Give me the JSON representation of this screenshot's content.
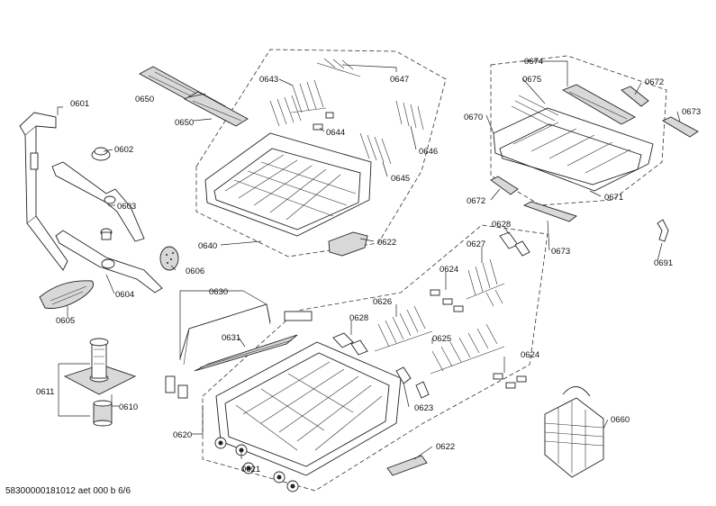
{
  "labels": {
    "0601": "0601",
    "0602": "0602",
    "0603": "0603",
    "0604": "0604",
    "0605": "0605",
    "0606": "0606",
    "0610": "0610",
    "0611": "0611",
    "0620": "0620",
    "0621": "0621",
    "0622a": "0622",
    "0622b": "0622",
    "0623": "0623",
    "0624a": "0624",
    "0624b": "0624",
    "0625": "0625",
    "0626": "0626",
    "0627": "0627",
    "0628a": "0628",
    "0628b": "0628",
    "0630": "0630",
    "0631": "0631",
    "0640": "0640",
    "0643": "0643",
    "0644": "0644",
    "0645": "0645",
    "0646": "0646",
    "0647": "0647",
    "0650a": "0650",
    "0650b": "0650",
    "0660": "0660",
    "0670": "0670",
    "0671": "0671",
    "0672a": "0672",
    "0672b": "0672",
    "0673a": "0673",
    "0673b": "0673",
    "0674": "0674",
    "0675": "0675",
    "0691": "0691"
  },
  "footer": "58300000181012 aet 000 b 6/6"
}
